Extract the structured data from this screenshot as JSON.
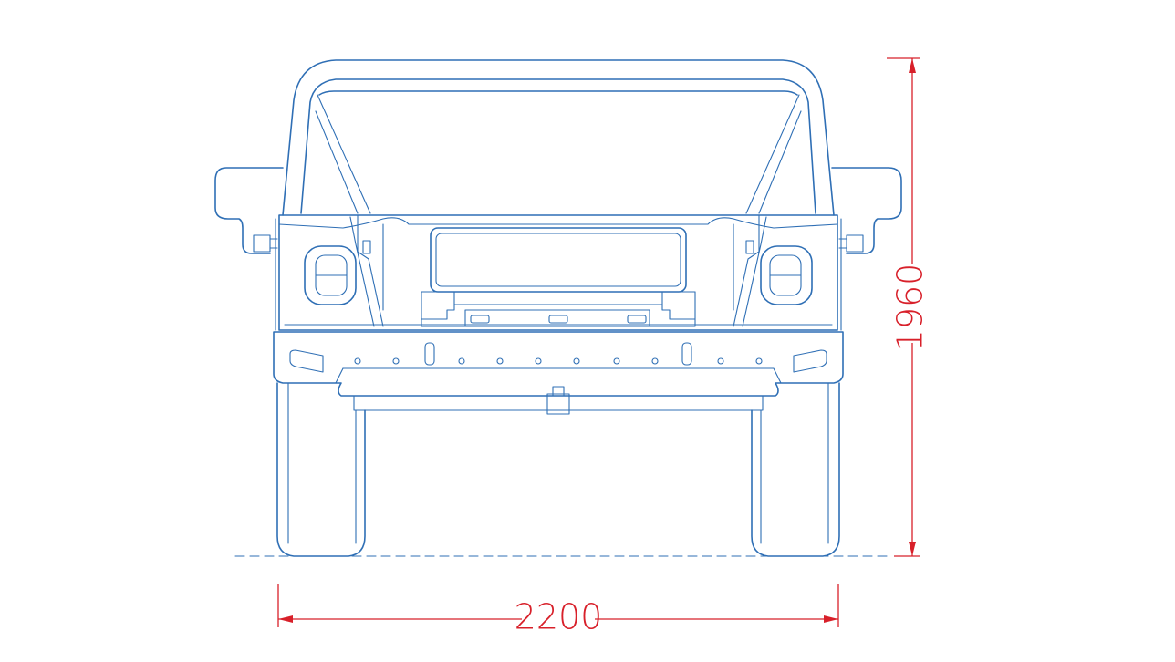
{
  "drawing": {
    "colors": {
      "vehicle": "#2f6fb5",
      "dimension": "#d8202a",
      "background": "#ffffff"
    },
    "dimensions": {
      "width_label": "2200",
      "height_label": "1960"
    },
    "view": "front elevation"
  }
}
